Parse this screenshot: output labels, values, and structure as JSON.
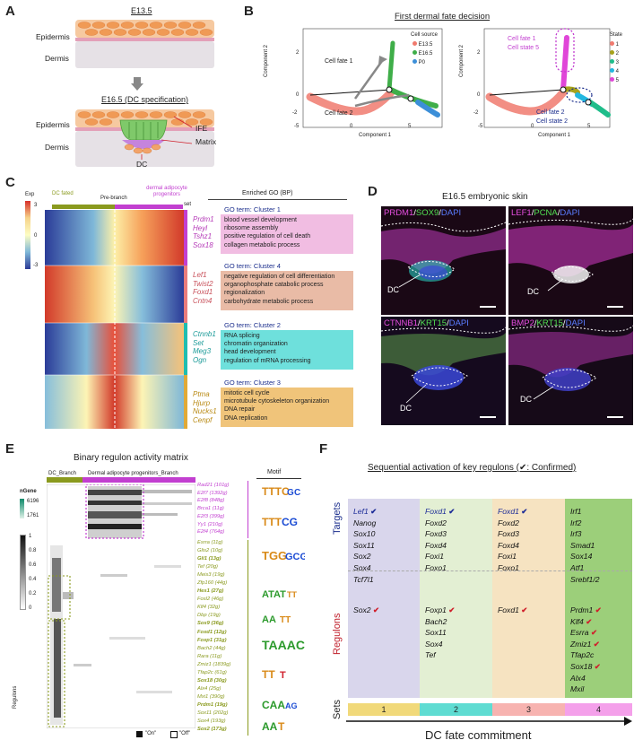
{
  "panel_labels": {
    "a": "A",
    "b": "B",
    "c": "C",
    "d": "D",
    "e": "E",
    "f": "F"
  },
  "colors": {
    "dc_olive": "#8a9a1e",
    "dermal_magenta": "#c23fd0",
    "navy": "#1a2d8c",
    "check_red": "#d0202c"
  },
  "panel_a": {
    "stage1": "E13.5",
    "epidermis": "Epidermis",
    "dermis": "Dermis",
    "stage2": "E16.5 (DC specification)",
    "epidermis2": "Epidermis",
    "dermis2": "Dermis",
    "ife": "IFE",
    "matrix": "Matrix",
    "dc": "DC"
  },
  "panel_b": {
    "title": "First dermal fate decision",
    "left": {
      "ylabel": "Component 2",
      "xlabel": "Component 1",
      "fate1": "Cell fate 1",
      "fate2": "Cell fate 2",
      "legend_title": "Cell source",
      "legend": [
        "E13.5",
        "E16.5",
        "P0"
      ],
      "legend_colors": [
        "#f07a6e",
        "#3fae49",
        "#3c8fd8"
      ],
      "xticks": [
        "-5",
        "0",
        "5"
      ],
      "yticks": [
        "2",
        "0",
        "-2"
      ]
    },
    "right": {
      "ylabel": "Component 2",
      "xlabel": "Component 1",
      "fate1a": "Cell fate 1",
      "fate1b": "Cell state 5",
      "fate2a": "Cell fate 2",
      "fate2b": "Cell state 2",
      "legend_title": "State",
      "legend": [
        "1",
        "2",
        "3",
        "4",
        "5"
      ],
      "legend_colors": [
        "#f07a6e",
        "#a7a21b",
        "#1fbd8a",
        "#22b7e0",
        "#e046d8"
      ],
      "xticks": [
        "-5",
        "0",
        "5"
      ],
      "yticks": [
        "2",
        "0",
        "-2"
      ]
    }
  },
  "panel_c": {
    "exp_label": "Exp",
    "scale": [
      "3",
      "0",
      "-3"
    ],
    "top_labels": {
      "dc": "DC fated",
      "pre": "Pre-branch",
      "dermal": "dermal adipocyte\nprogenitors"
    },
    "set_label": "set",
    "enriched": "Enriched GO (BP)",
    "clusters": [
      {
        "genes": [
          "Prdm1",
          "Heyl",
          "Tshz1",
          "Sox18"
        ],
        "header": "GO term: Cluster 1",
        "terms": [
          "blood vessel development",
          "ribosome assembly",
          "positive regulation of cell death",
          "collagen metabolic process"
        ],
        "color": "#f1bde2",
        "gene_color": "#b53ab8"
      },
      {
        "genes": [
          "Lef1",
          "Twist2",
          "Foxd1",
          "Cntn4"
        ],
        "header": "GO term: Cluster 4",
        "terms": [
          "negative regulation of cell differentiation",
          "organophosphate catabolic process",
          "regionalization",
          "carbohydrate metabolic process"
        ],
        "color": "#e9bba6",
        "gene_color": "#c8505a"
      },
      {
        "genes": [
          "Ctnnb1",
          "Set",
          "Meg3",
          "Ogn"
        ],
        "header": "GO term: Cluster 2",
        "terms": [
          "RNA splicing",
          "chromatin organization",
          "head development",
          "regulation of mRNA processing"
        ],
        "color": "#6ee0dc",
        "gene_color": "#1a9a98"
      },
      {
        "genes": [
          "Ptma",
          "Hjurp",
          "Nucks1",
          "Cenpf"
        ],
        "header": "GO term: Cluster 3",
        "terms": [
          "mitotic cell cycle",
          "microtubule cytoskeleton organization",
          "DNA repair",
          "DNA replication"
        ],
        "color": "#f0c47a",
        "gene_color": "#b98a14"
      }
    ]
  },
  "panel_d": {
    "title": "E16.5 embryonic skin",
    "panels": [
      {
        "parts": [
          {
            "t": "PRDM1",
            "c": "#e64ee0"
          },
          {
            "t": "/",
            "c": "#ffffff"
          },
          {
            "t": "SOX9",
            "c": "#52e052"
          },
          {
            "t": "/",
            "c": "#ffffff"
          },
          {
            "t": "DAPI",
            "c": "#5a7cff"
          }
        ],
        "dc": "DC"
      },
      {
        "parts": [
          {
            "t": "LEF1",
            "c": "#e64ee0"
          },
          {
            "t": "/",
            "c": "#ffffff"
          },
          {
            "t": "PCNA",
            "c": "#52e052"
          },
          {
            "t": "/",
            "c": "#ffffff"
          },
          {
            "t": "DAPI",
            "c": "#5a7cff"
          }
        ],
        "dc": "DC"
      },
      {
        "parts": [
          {
            "t": "CTNNB1",
            "c": "#e64ee0"
          },
          {
            "t": "/",
            "c": "#ffffff"
          },
          {
            "t": "KRT15",
            "c": "#52e052"
          },
          {
            "t": "/",
            "c": "#ffffff"
          },
          {
            "t": "DAPI",
            "c": "#5a7cff"
          }
        ],
        "dc": "DC"
      },
      {
        "parts": [
          {
            "t": "BMP2",
            "c": "#e64ee0"
          },
          {
            "t": "/",
            "c": "#ffffff"
          },
          {
            "t": "KRT15",
            "c": "#52e052"
          },
          {
            "t": "/",
            "c": "#ffffff"
          },
          {
            "t": "DAPI",
            "c": "#5a7cff"
          }
        ],
        "dc": "DC"
      }
    ]
  },
  "panel_e": {
    "title": "Binary regulon activity matrix",
    "dc_branch": "DC_Branch",
    "dermal_branch": "Dermal adipocyte progenitors_Branch",
    "motif": "Motif",
    "ngene": "nGene",
    "ngene_values": [
      "6196",
      "1761"
    ],
    "scale": [
      "1",
      "0.8",
      "0.6",
      "0.4",
      "0.2",
      "0"
    ],
    "regulons_label": "Regulons",
    "on_label": "\"On\"",
    "off_label": "\"Off\"",
    "regulons_magenta": [
      "Rad21 (101g)",
      "E2f7 (1392g)",
      "E2f8 (848g)",
      "Brca1 (11g)",
      "E2f3 (399g)",
      "Yy1 (210g)",
      "E2f4 (764g)"
    ],
    "regulons_olive": [
      "Esrra (11g)",
      "Glis2 (10g)",
      "Gli1 (13g)",
      "Tef (20g)",
      "Meis3 (19g)",
      "Zfp160 (44g)",
      "Hes1 (27g)",
      "Fosl2 (46g)",
      "Klf4 (32g)",
      "Dbp (19g)",
      "Sox9 (36g)",
      "Foxd1 (12g)",
      "Foxp1 (31g)",
      "Bach2 (44g)",
      "Rara (11g)",
      "Zmiz1 (1839g)",
      "Tfap2c (61g)",
      "Sox18 (30g)",
      "Alx4 (25g)",
      "Mxi1 (390g)",
      "Prdm1 (19g)",
      "Sox11 (202g)",
      "Sox4 (193g)",
      "Sox2 (173g)"
    ],
    "bold_olive": [
      2,
      6,
      10,
      11,
      12,
      17,
      20,
      23
    ]
  },
  "panel_f": {
    "title": "Sequential activation of key regulons (✔:  Confirmed)",
    "targets_label": "Targets",
    "regulons_label": "Regulons",
    "sets_label": "Sets",
    "axis_label": "DC fate commitment",
    "columns": [
      {
        "set": "1",
        "bg": "#d9d6ec",
        "set_color": "#f1d97a",
        "targets": [
          {
            "g": "Lef1",
            "blue": true,
            "check": true
          },
          {
            "g": "Nanog"
          },
          {
            "g": "Sox10"
          },
          {
            "g": "Sox11"
          },
          {
            "g": "Sox2"
          },
          {
            "g": "Sox4"
          },
          {
            "g": "Tcf7l1"
          }
        ],
        "regulons": [
          {
            "g": "Sox2",
            "check": true
          }
        ]
      },
      {
        "set": "2",
        "bg": "#e3efd3",
        "set_color": "#5fdcd2",
        "targets": [
          {
            "g": "Foxd1",
            "blue": true,
            "check": true
          },
          {
            "g": "Foxd2"
          },
          {
            "g": "Foxd3"
          },
          {
            "g": "Foxd4"
          },
          {
            "g": "Foxi1"
          },
          {
            "g": "Foxo1"
          }
        ],
        "regulons": [
          {
            "g": "Foxp1",
            "check": true
          },
          {
            "g": "Bach2"
          },
          {
            "g": "Sox11"
          },
          {
            "g": "Sox4"
          },
          {
            "g": "Tef"
          }
        ]
      },
      {
        "set": "3",
        "bg": "#f6e3c1",
        "set_color": "#f7b3b0",
        "targets": [
          {
            "g": "Foxd1",
            "blue": true,
            "check": true
          },
          {
            "g": "Foxd2"
          },
          {
            "g": "Foxd3"
          },
          {
            "g": "Foxd4"
          },
          {
            "g": "Foxi1"
          },
          {
            "g": "Foxo1"
          }
        ],
        "regulons": [
          {
            "g": "Foxd1",
            "check": true
          }
        ]
      },
      {
        "set": "4",
        "bg": "#9ccf7a",
        "set_color": "#f4a0ea",
        "targets": [
          {
            "g": "Irf1"
          },
          {
            "g": "Irf2"
          },
          {
            "g": "Irf3"
          },
          {
            "g": "Smad1"
          },
          {
            "g": "Sox14"
          },
          {
            "g": "Atf1"
          },
          {
            "g": "Srebf1/2"
          }
        ],
        "regulons": [
          {
            "g": "Prdm1",
            "check": true
          },
          {
            "g": "Klf4",
            "check": true
          },
          {
            "g": "Esrra",
            "check": true
          },
          {
            "g": "Zmiz1",
            "check": true
          },
          {
            "g": "Tfap2c"
          },
          {
            "g": "Sox18",
            "check": true
          },
          {
            "g": "Alx4"
          },
          {
            "g": "Mxil"
          }
        ]
      }
    ]
  }
}
